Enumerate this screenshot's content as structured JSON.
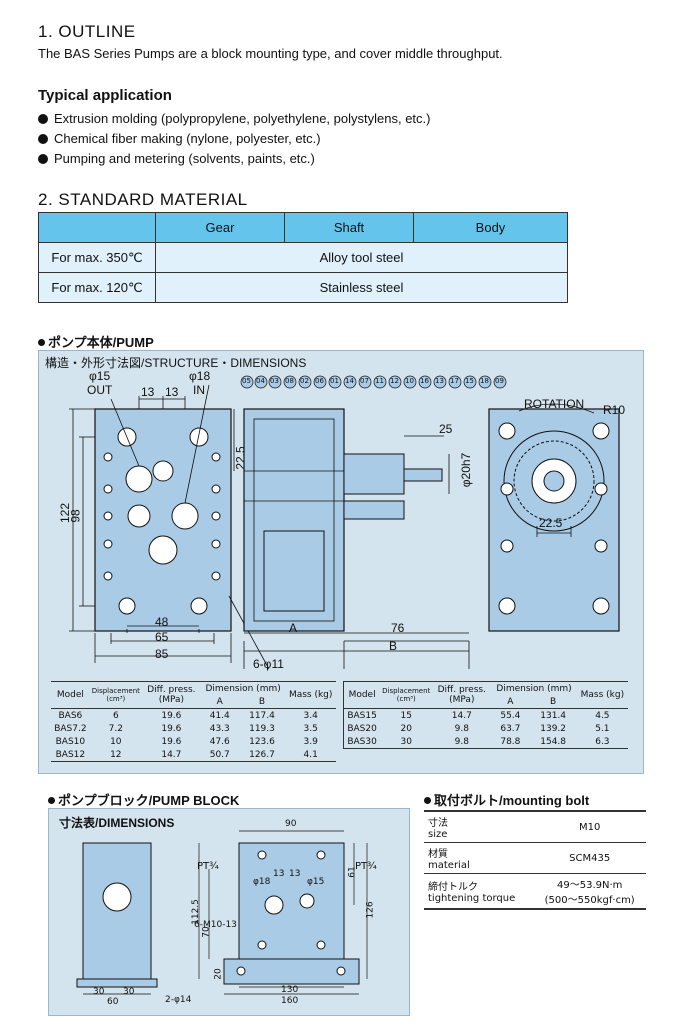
{
  "outline": {
    "heading": "1. OUTLINE",
    "text": "The BAS Series Pumps are a block mounting type, and cover middle throughput."
  },
  "typical": {
    "heading": "Typical application",
    "items": [
      "Extrusion molding (polypropylene, polyethylene, polystylens, etc.)",
      "Chemical fiber making (nylone, polyester, etc.)",
      "Pumping and metering (solvents, paints, etc.)"
    ]
  },
  "material": {
    "heading": "2. STANDARD MATERIAL",
    "headers": [
      "",
      "Gear",
      "Shaft",
      "Body"
    ],
    "rows": [
      {
        "label": "For max. 350℃",
        "value": "Alloy tool steel"
      },
      {
        "label": "For max. 120℃",
        "value": "Stainless steel"
      }
    ],
    "colors": {
      "header": "#64c4ec",
      "body": "#e0f1fb"
    }
  },
  "pump": {
    "title": "ポンプ本体/PUMP",
    "subtitle": "構造・外形寸法図/STRUCTURE・DIMENSIONS",
    "parts": [
      "05",
      "04",
      "03",
      "08",
      "02",
      "06",
      "01",
      "14",
      "07",
      "11",
      "12",
      "10",
      "16",
      "13",
      "17",
      "15",
      "18",
      "09"
    ],
    "rotation": "ROTATION",
    "dims": {
      "out_dia": "φ15",
      "out": "OUT",
      "in_dia": "φ18",
      "in": "IN",
      "d13a": "13",
      "d13b": "13",
      "d122": "122",
      "d98": "98",
      "d48": "48",
      "d65": "65",
      "d85": "85",
      "holes": "6-φ11",
      "d225v": "22.5",
      "dA": "A",
      "dB": "B",
      "d76": "76",
      "d25": "25",
      "d20h7": "φ20h7",
      "d225h": "22.5",
      "r10": "R10"
    },
    "table_headers": [
      "Model",
      "Displacement (cm³)",
      "Diff. press. (MPa)",
      "Dimension (mm)",
      "A",
      "B",
      "Mass (kg)"
    ],
    "table_left": [
      [
        "BAS6",
        "6",
        "19.6",
        "41.4",
        "117.4",
        "3.4"
      ],
      [
        "BAS7.2",
        "7.2",
        "19.6",
        "43.3",
        "119.3",
        "3.5"
      ],
      [
        "BAS10",
        "10",
        "19.6",
        "47.6",
        "123.6",
        "3.9"
      ],
      [
        "BAS12",
        "12",
        "14.7",
        "50.7",
        "126.7",
        "4.1"
      ]
    ],
    "table_right": [
      [
        "BAS15",
        "15",
        "14.7",
        "55.4",
        "131.4",
        "4.5"
      ],
      [
        "BAS20",
        "20",
        "9.8",
        "63.7",
        "139.2",
        "5.1"
      ],
      [
        "BAS30",
        "30",
        "9.8",
        "78.8",
        "154.8",
        "6.3"
      ]
    ]
  },
  "block": {
    "title": "ポンプブロック/PUMP BLOCK",
    "subtitle": "寸法表/DIMENSIONS",
    "dims": {
      "d90": "90",
      "pt_left": "PT¾",
      "pt_right": "PT¾",
      "d13a": "13",
      "d13b": "13",
      "d18": "φ18",
      "d15": "φ15",
      "d61": "61",
      "d126": "126",
      "d1125": "112.5",
      "d70": "70",
      "screws": "6-M10-13",
      "d20": "20",
      "d30a": "30",
      "d30b": "30",
      "d60": "60",
      "holes": "2-φ14",
      "d130": "130",
      "d160": "160"
    }
  },
  "bolt": {
    "title": "取付ボルト/mounting bolt",
    "rows": [
      {
        "jp": "寸法",
        "en": "size",
        "value": "M10",
        "value2": ""
      },
      {
        "jp": "材質",
        "en": "material",
        "value": "SCM435",
        "value2": ""
      },
      {
        "jp": "締付トルク",
        "en": "tightening torque",
        "value": "49～53.9N·m",
        "value2": "(500～550kgf·cm)"
      }
    ]
  }
}
